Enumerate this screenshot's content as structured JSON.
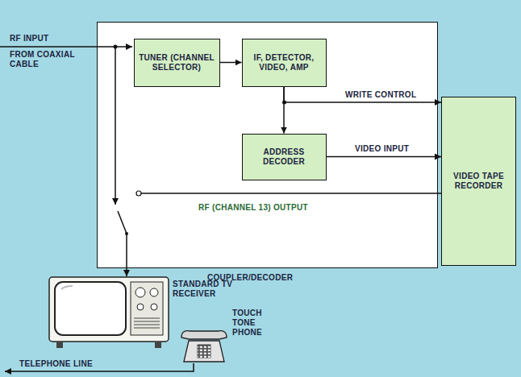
{
  "diagram": {
    "nodes": [
      {
        "text": [
          "COUPLER/DECODER"
        ]
      },
      {
        "text": [
          "TUNER (CHANNEL SELECTOR)"
        ],
        "in": 0
      },
      {
        "text": [
          "IF, DETECTOR, VIDEO, AMP"
        ],
        "in": 0
      },
      {
        "text": [
          "ADDRESS DECODER"
        ],
        "in": 0
      },
      {
        "text": [
          "VIDEO TAPE RECORDER"
        ]
      },
      {
        "text": [
          "STANDARD TV RECEIVER"
        ]
      },
      {
        "text": [
          "TOUCH TONE PHONE"
        ]
      }
    ],
    "edges": [
      {
        "from": 1,
        "to": 2,
        "arrow": "to"
      },
      {
        "from": 2,
        "to": 3,
        "arrow": "to"
      },
      {
        "from": 2,
        "to": 4,
        "label": "WRITE CONTROL",
        "arrow": "to"
      },
      {
        "from": 3,
        "to": 4,
        "label": "VIDEO INPUT",
        "arrow": "to"
      },
      {
        "from": 4,
        "to": 5,
        "label": "RF (CHANNEL 13) OUTPUT",
        "arrow": "to"
      }
    ],
    "labels": [
      "RF INPUT",
      "FROM COAXIAL CABLE",
      "TELEPHONE LINE"
    ]
  }
}
